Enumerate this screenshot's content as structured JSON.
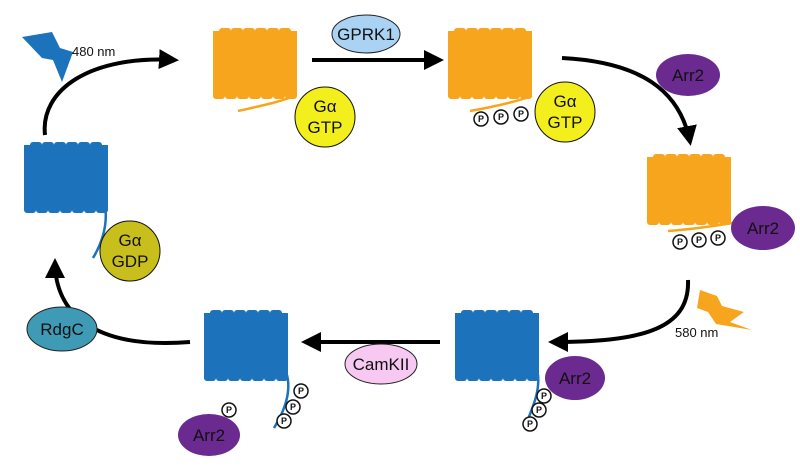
{
  "colors": {
    "active_receptor": "#f7a51d",
    "inactive_receptor": "#1c72bb",
    "g_protein_gtp": "#f2ef1c",
    "g_protein_gdp": "#c8be1c",
    "gprk1": "#a9d2f3",
    "arrestin": "#6a2a8f",
    "camkii": "#f6c8f2",
    "rdgc": "#3e9ab5",
    "arrow": "#000000",
    "phosphate_fill": "#ffffff"
  },
  "icons": {
    "light_480": "lightning-bolt-blue-icon",
    "light_580": "lightning-bolt-orange-icon"
  },
  "light": {
    "blue": "480 nm",
    "orange": "580 nm"
  },
  "enzymes": {
    "gprk1": "GPRK1",
    "camkii": "CamKII",
    "rdgc": "RdgC"
  },
  "arrestin": {
    "label": "Arr2"
  },
  "g_protein": {
    "symbol": "Gα",
    "gtp": "GTP",
    "gdp": "GDP"
  },
  "phosphate": {
    "label": "P"
  }
}
